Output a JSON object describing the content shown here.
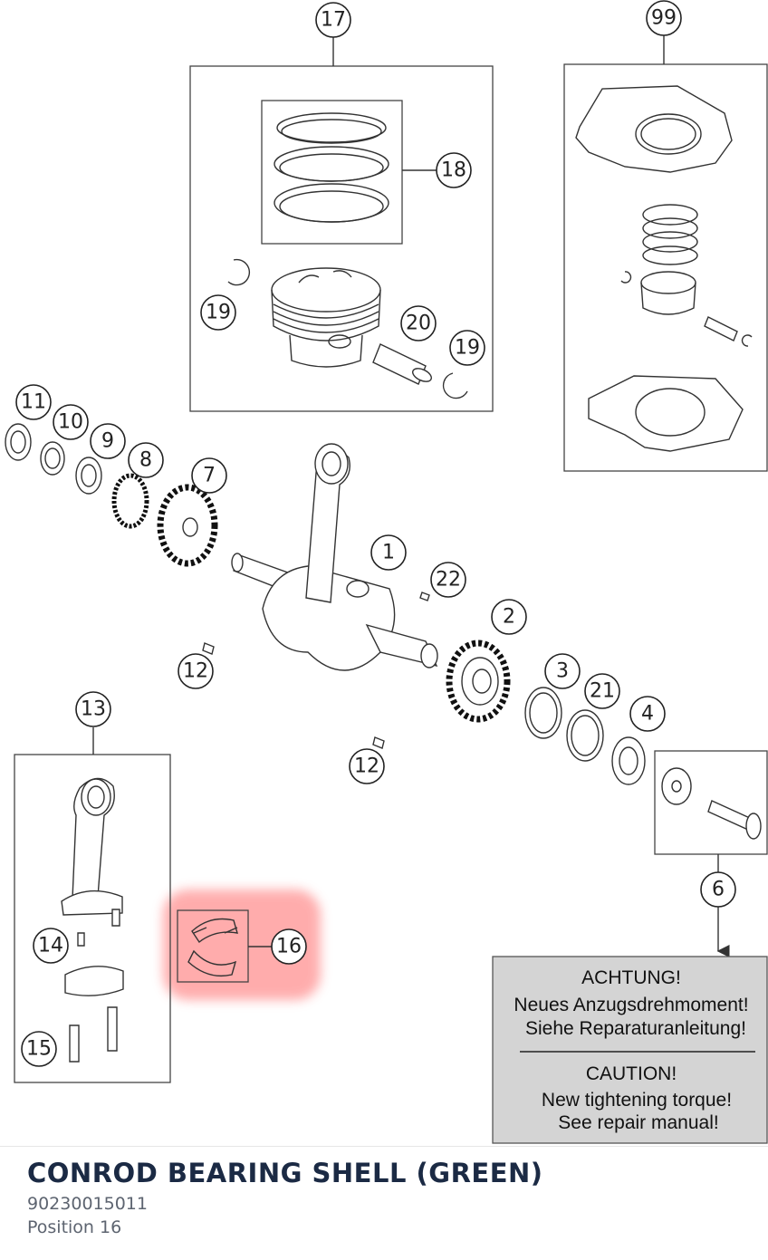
{
  "callouts": {
    "c1": "1",
    "c2": "2",
    "c3": "3",
    "c4": "4",
    "c6": "6",
    "c7": "7",
    "c8": "8",
    "c9": "9",
    "c10": "10",
    "c11": "11",
    "c12a": "12",
    "c12b": "12",
    "c13": "13",
    "c14": "14",
    "c15": "15",
    "c16": "16",
    "c17": "17",
    "c18": "18",
    "c19a": "19",
    "c19b": "19",
    "c20": "20",
    "c21": "21",
    "c22": "22",
    "c99": "99"
  },
  "highlight": {
    "position": "16",
    "color": "#ff6b6b"
  },
  "caution": {
    "de_title": "ACHTUNG!",
    "de_line1": "Neues Anzugsdrehmoment!",
    "de_line2": "Siehe Reparaturanleitung!",
    "en_title": "CAUTION!",
    "en_line1": "New tightening torque!",
    "en_line2": "See repair manual!",
    "background": "#d4d4d4"
  },
  "part": {
    "name": "CONROD BEARING SHELL (GREEN)",
    "number": "90230015011",
    "position_label": "Position 16"
  }
}
